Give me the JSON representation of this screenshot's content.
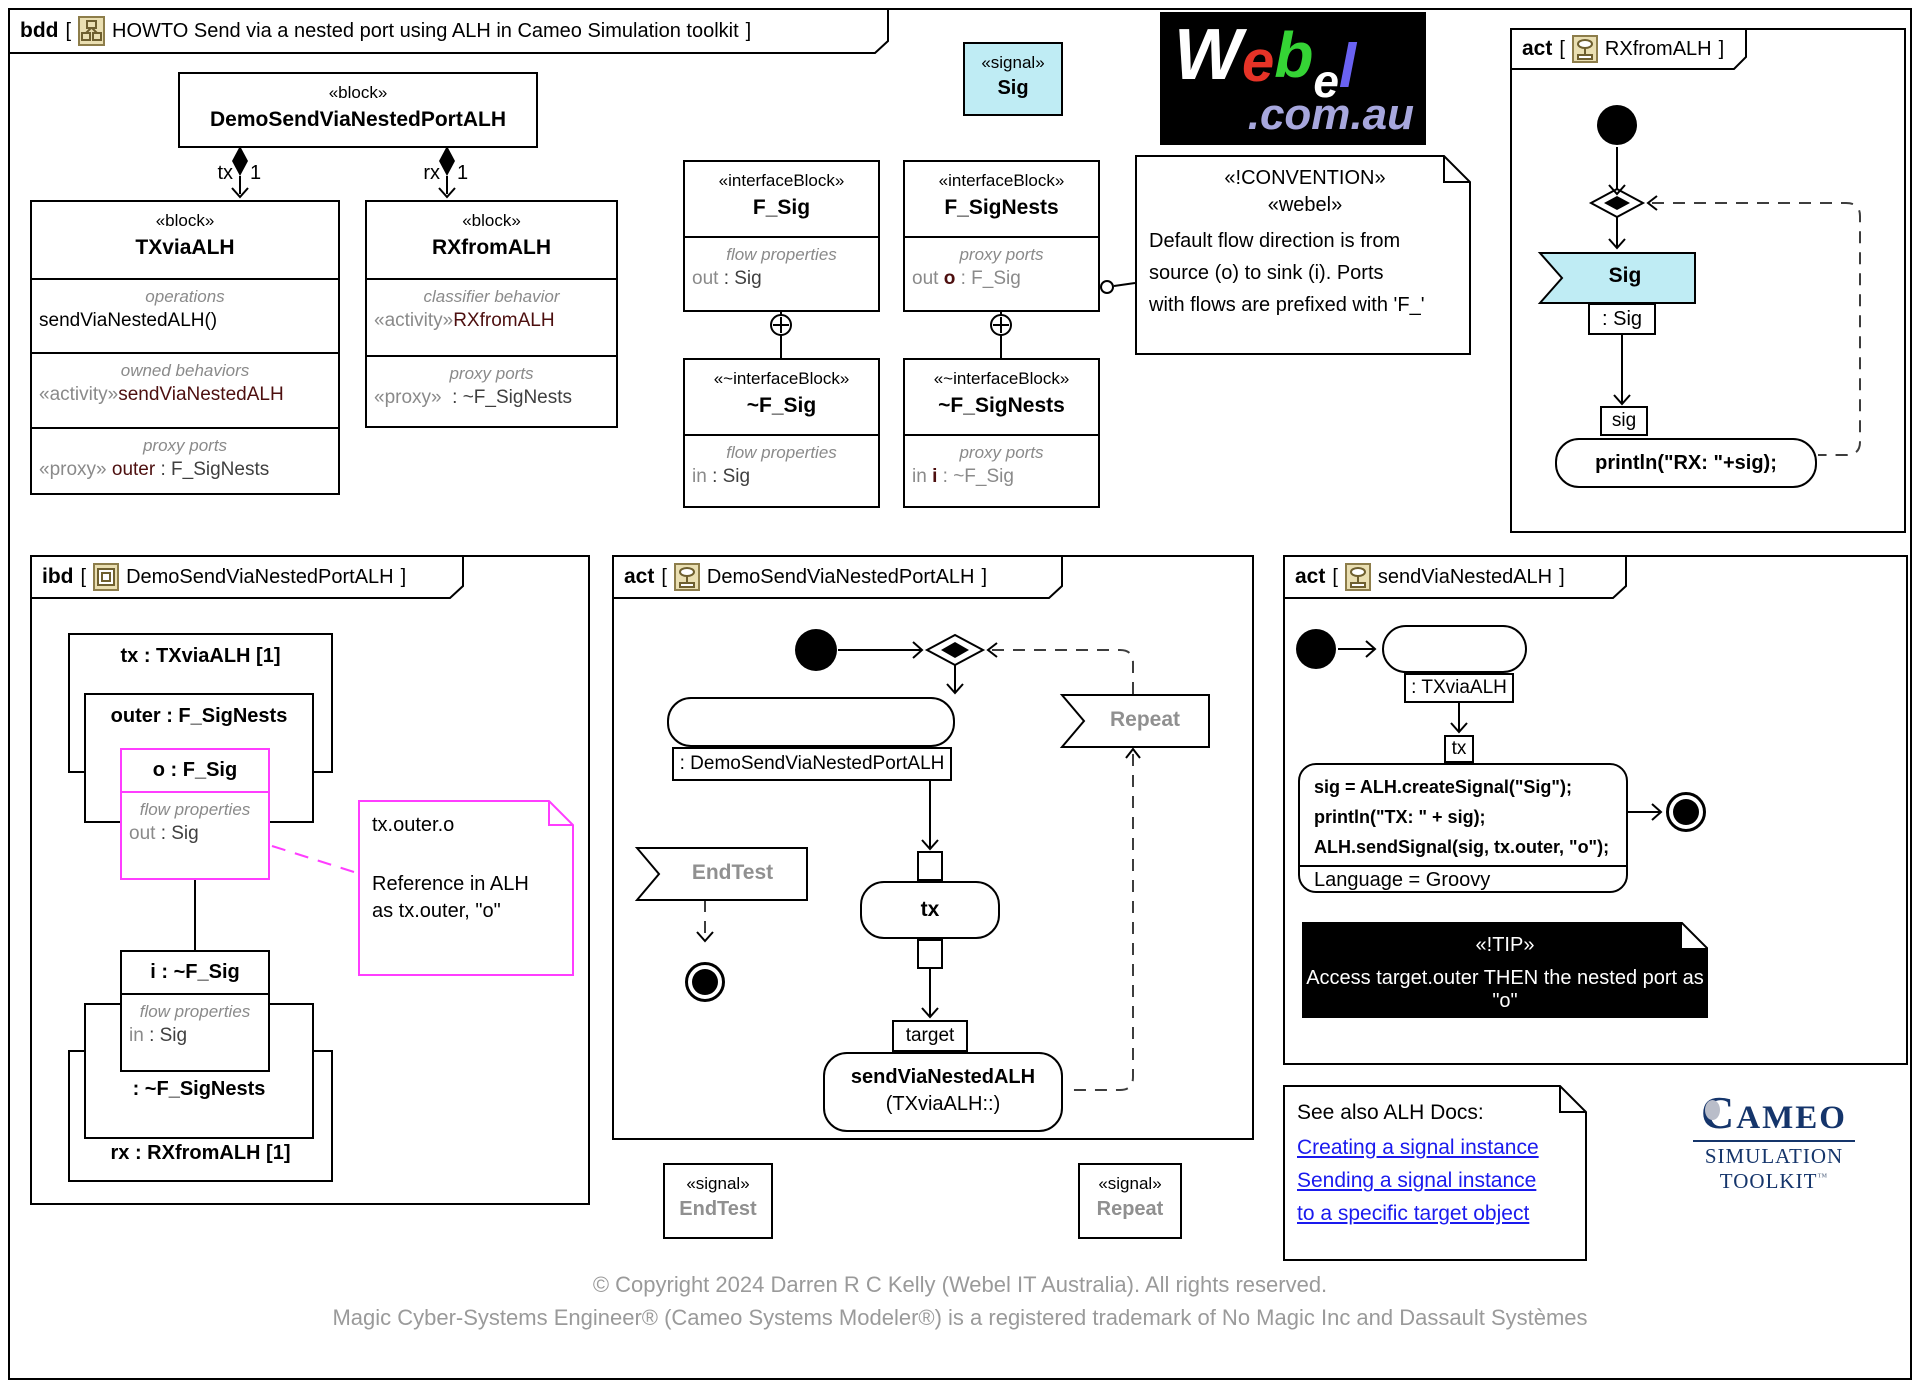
{
  "tokens": {
    "open": "[",
    "close": "]"
  },
  "bdd_frame": {
    "kind": "bdd",
    "title": "HOWTO Send via a nested port using ALH in Cameo Simulation toolkit"
  },
  "blocks": {
    "demo": {
      "stereotype": "«block»",
      "name": "DemoSendViaNestedPortALH"
    },
    "tx_assoc": {
      "role": "tx",
      "mult": "1"
    },
    "rx_assoc": {
      "role": "rx",
      "mult": "1"
    },
    "txviaalh": {
      "stereotype": "«block»",
      "name": "TXviaALH",
      "op_label": "operations",
      "op": "sendViaNestedALH()",
      "ob_label": "owned behaviors",
      "ob_stereo": "«activity»",
      "ob_name": "sendViaNestedALH",
      "pp_label": "proxy ports",
      "pp_stereo": "«proxy» ",
      "pp_name": "outer",
      "pp_type": " : F_SigNests"
    },
    "rxfromalh": {
      "stereotype": "«block»",
      "name": "RXfromALH",
      "cb_label": "classifier behavior",
      "cb_stereo": "«activity»",
      "cb_name": "RXfromALH",
      "pp_label": "proxy ports",
      "pp_stereo": "«proxy» ",
      "pp_type": " : ~F_SigNests"
    }
  },
  "interfaces": {
    "f_sig": {
      "stereotype": "«interfaceBlock»",
      "name": "F_Sig",
      "cmp_label": "flow properties",
      "dir": "out",
      "rest": " : Sig"
    },
    "f_signests": {
      "stereotype": "«interfaceBlock»",
      "name": "F_SigNests",
      "cmp_label": "proxy ports",
      "dir": "out ",
      "port": "o",
      "rest": " : F_Sig"
    },
    "nf_sig": {
      "stereotype": "«~interfaceBlock»",
      "name": "~F_Sig",
      "cmp_label": "flow properties",
      "dir": "in",
      "rest": " : Sig"
    },
    "nf_signests": {
      "stereotype": "«~interfaceBlock»",
      "name": "~F_SigNests",
      "cmp_label": "proxy ports",
      "dir": "in ",
      "port": "i",
      "rest": " : ~F_Sig"
    }
  },
  "signals": {
    "sig": {
      "stereotype": "«signal»",
      "name": "Sig"
    },
    "endtest": {
      "stereotype": "«signal»",
      "name": "EndTest"
    },
    "repeat": {
      "stereotype": "«signal»",
      "name": "Repeat"
    }
  },
  "webel_logo": {
    "letters": [
      "W",
      "e",
      "b",
      "e",
      "l"
    ],
    "domain": ".com.au"
  },
  "convention_note": {
    "stereo1": "«!CONVENTION»",
    "stereo2": "«webel»",
    "lines": [
      "Default flow direction is from",
      "source (o) to sink (i). Ports",
      "with flows are prefixed with 'F_'"
    ]
  },
  "act_rx": {
    "kind": "act",
    "name": "RXfromALH",
    "accept": "Sig",
    "pin_type": ": Sig",
    "pin_name": "sig",
    "action": "println(\"RX: \"+sig);"
  },
  "ibd": {
    "kind": "ibd",
    "name": "DemoSendViaNestedPortALH",
    "tx_part": "tx : TXviaALH [1]",
    "outer_part": "outer : F_SigNests",
    "o_port": "o : F_Sig",
    "flow_label": "flow properties",
    "o_dir": "out",
    "o_rest": " : Sig",
    "i_port": "i : ~F_Sig",
    "i_dir": "in",
    "i_rest": " : Sig",
    "nests_part": ": ~F_SigNests",
    "rx_part": "rx : RXfromALH [1]",
    "note": {
      "line1": "tx.outer.o",
      "line2": "Reference in ALH",
      "line3": "as tx.outer, \"o\""
    }
  },
  "act_demo": {
    "kind": "act",
    "name": "DemoSendViaNestedPortALH",
    "instance": ": DemoSendViaNestedPortALH",
    "repeat": "Repeat",
    "endtest": "EndTest",
    "tx": "tx",
    "target": "target",
    "call_name": "sendViaNestedALH",
    "call_type": "(TXviaALH::)"
  },
  "act_send": {
    "kind": "act",
    "name": "sendViaNestedALH",
    "instance": ": TXviaALH",
    "pin": "tx",
    "code": [
      "sig = ALH.createSignal(\"Sig\");",
      "println(\"TX: \" + sig);",
      "ALH.sendSignal(sig, tx.outer, \"o\");"
    ],
    "language": "Language = Groovy",
    "tip_title": "«!TIP»",
    "tip_body": "Access target.outer THEN the nested port as \"o\""
  },
  "see_also": {
    "title": "See also ALH Docs:",
    "links": [
      "Creating a signal instance",
      "Sending a signal instance",
      "to a specific target object"
    ]
  },
  "cameo_logo": {
    "c": "C",
    "rest": "AMEO",
    "subtitle": "SIMULATION TOOLKIT",
    "tm": "™"
  },
  "copyright": {
    "line1": "© Copyright 2024 Darren R C Kelly (Webel IT Australia). All rights reserved.",
    "line2": "Magic Cyber-Systems Engineer® (Cameo Systems Modeler®) is  a registered trademark of No Magic Inc and Dassault Systèmes"
  },
  "colors": {
    "cyan": "#bfecf4",
    "magenta": "#ff3dff",
    "link": "#1a1aee",
    "label_gray": "#909090",
    "maroon": "#4d0f0f",
    "navy": "#15356b"
  }
}
